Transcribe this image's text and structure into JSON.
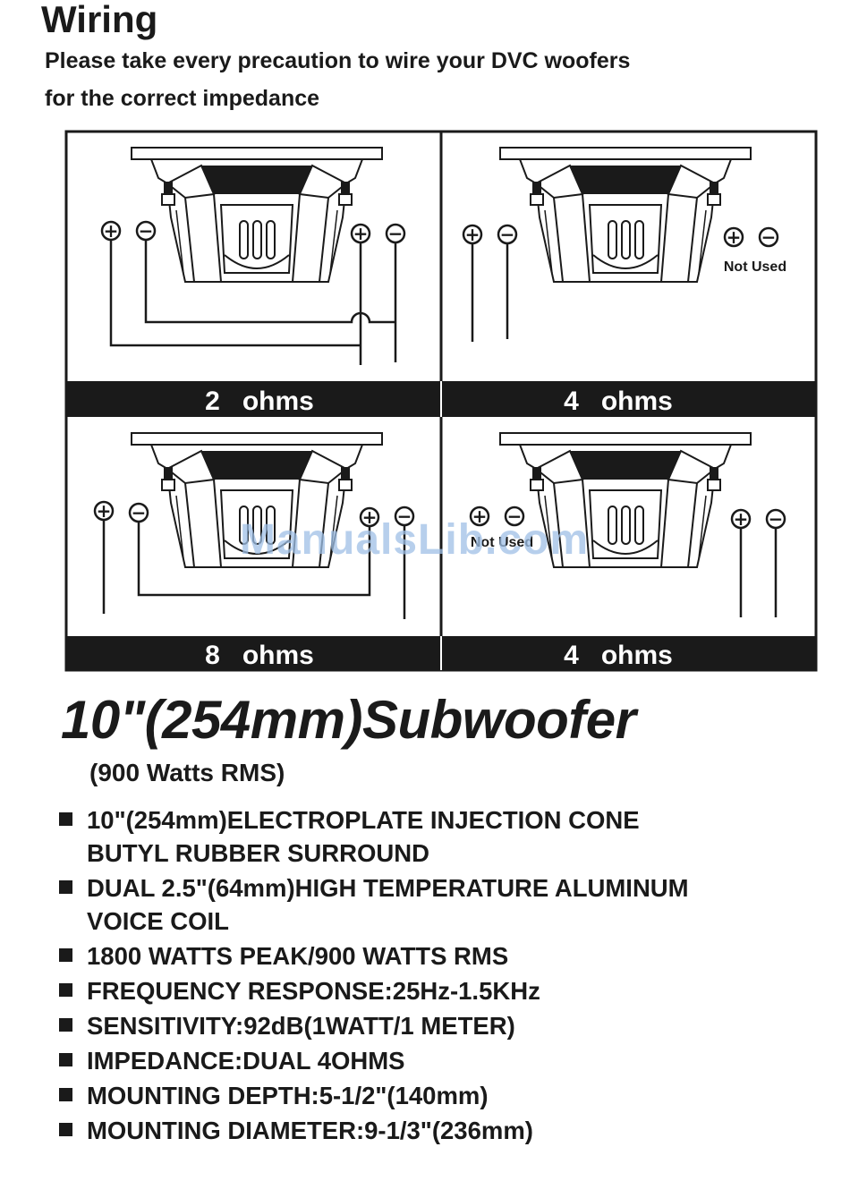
{
  "header": {
    "title": "Wiring",
    "subtitle_line1": "Please take every precaution to wire your DVC woofers",
    "subtitle_line2": "for the correct impedance"
  },
  "panels": [
    {
      "label": "2   ohms"
    },
    {
      "label": "4   ohms",
      "note": "Not Used"
    },
    {
      "label": "8   ohms"
    },
    {
      "label": "4   ohms",
      "note": "Not Used"
    }
  ],
  "terminal_symbols": {
    "plus": "+",
    "minus": "−"
  },
  "watermark": "ManualsLib.com",
  "product": {
    "title": "10\"(254mm)Subwoofer",
    "power": "(900 Watts RMS)"
  },
  "specs": [
    {
      "line1": "10\"(254mm)ELECTROPLATE INJECTION CONE",
      "line2": "BUTYL RUBBER SURROUND"
    },
    {
      "line1": "DUAL 2.5\"(64mm)HIGH TEMPERATURE ALUMINUM",
      "line2": "VOICE COIL"
    },
    {
      "line1": "1800 WATTS PEAK/900 WATTS RMS"
    },
    {
      "line1": "FREQUENCY RESPONSE:25Hz-1.5KHz"
    },
    {
      "line1": "SENSITIVITY:92dB(1WATT/1 METER)"
    },
    {
      "line1": "IMPEDANCE:DUAL 4OHMS"
    },
    {
      "line1": "MOUNTING DEPTH:5-1/2\"(140mm)"
    },
    {
      "line1": "MOUNTING DIAMETER:9-1/3\"(236mm)"
    }
  ],
  "colors": {
    "ink": "#1a1a1a",
    "watermark": "#9fc0e6"
  }
}
